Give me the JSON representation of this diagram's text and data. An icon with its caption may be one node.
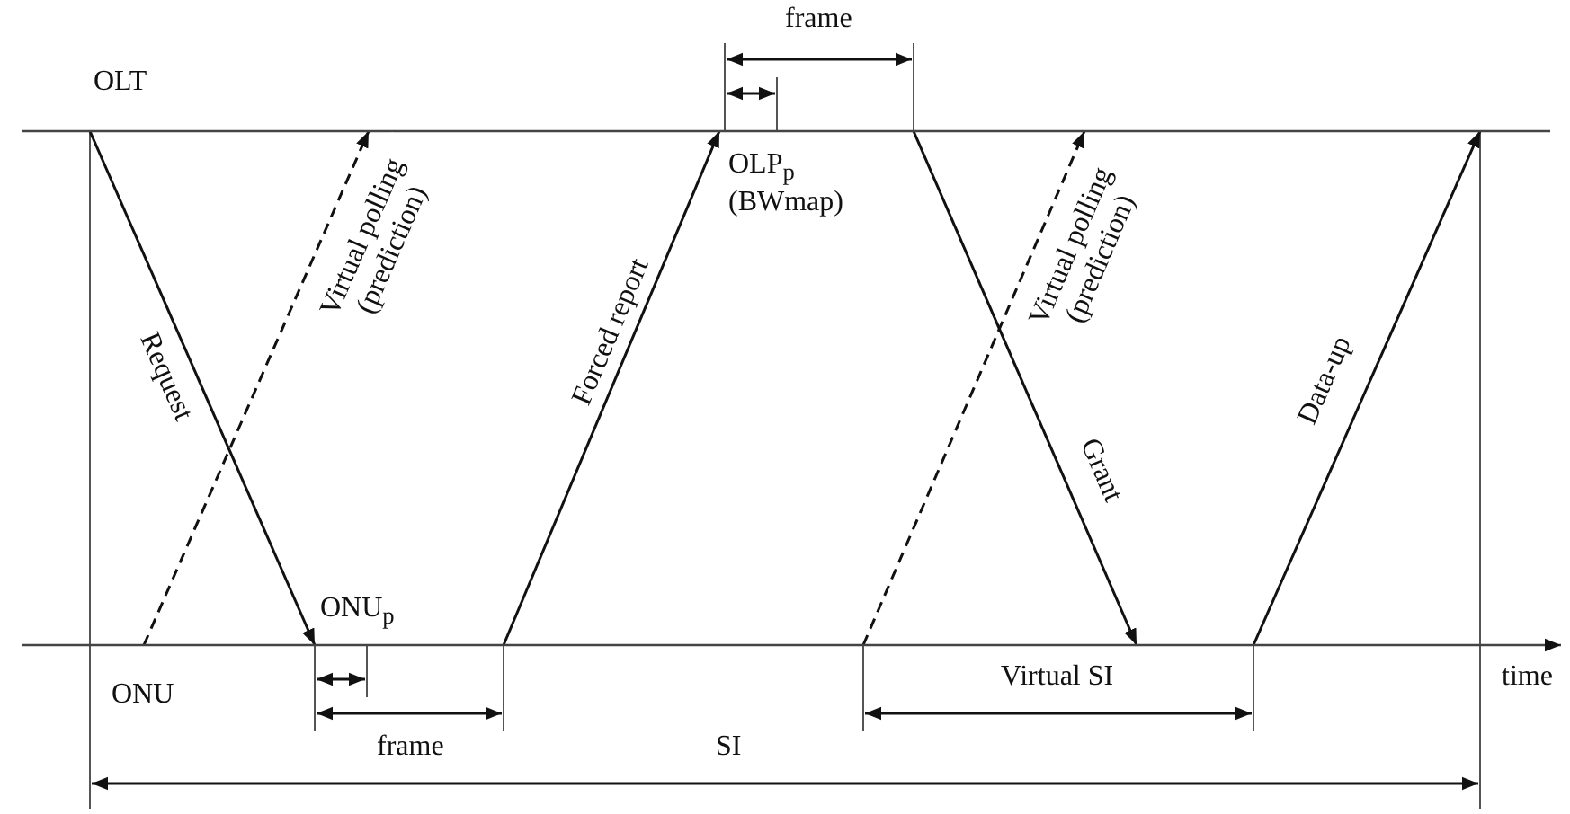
{
  "diagram": {
    "nodes": [
      {
        "text": [],
        "shape": "bar",
        "beside": [
          "OLT"
        ]
      },
      {
        "text": [],
        "shape": "bar",
        "beside": [
          "ONU"
        ]
      }
    ],
    "edges": [
      {
        "from": 0,
        "to": 1,
        "arrow": "to",
        "label": "Request"
      },
      {
        "from": 1,
        "to": 0,
        "arrow": "to",
        "label": "Virtual polling (prediction)",
        "style": "dashed"
      },
      {
        "from": 1,
        "to": 0,
        "arrow": "to",
        "label": "Forced report"
      },
      {
        "from": 0,
        "to": 1,
        "arrow": "to",
        "label": "Grant"
      },
      {
        "from": 1,
        "to": 0,
        "arrow": "to",
        "label": "Virtual polling (prediction)",
        "style": "dashed"
      },
      {
        "from": 1,
        "to": 0,
        "arrow": "to",
        "label": "Data-up"
      }
    ],
    "labels": [
      "frame",
      "OLP$_{p}$ (BWmap)",
      "ONU$_{p}$",
      "Virtual SI",
      "time",
      "frame",
      "SI"
    ]
  }
}
